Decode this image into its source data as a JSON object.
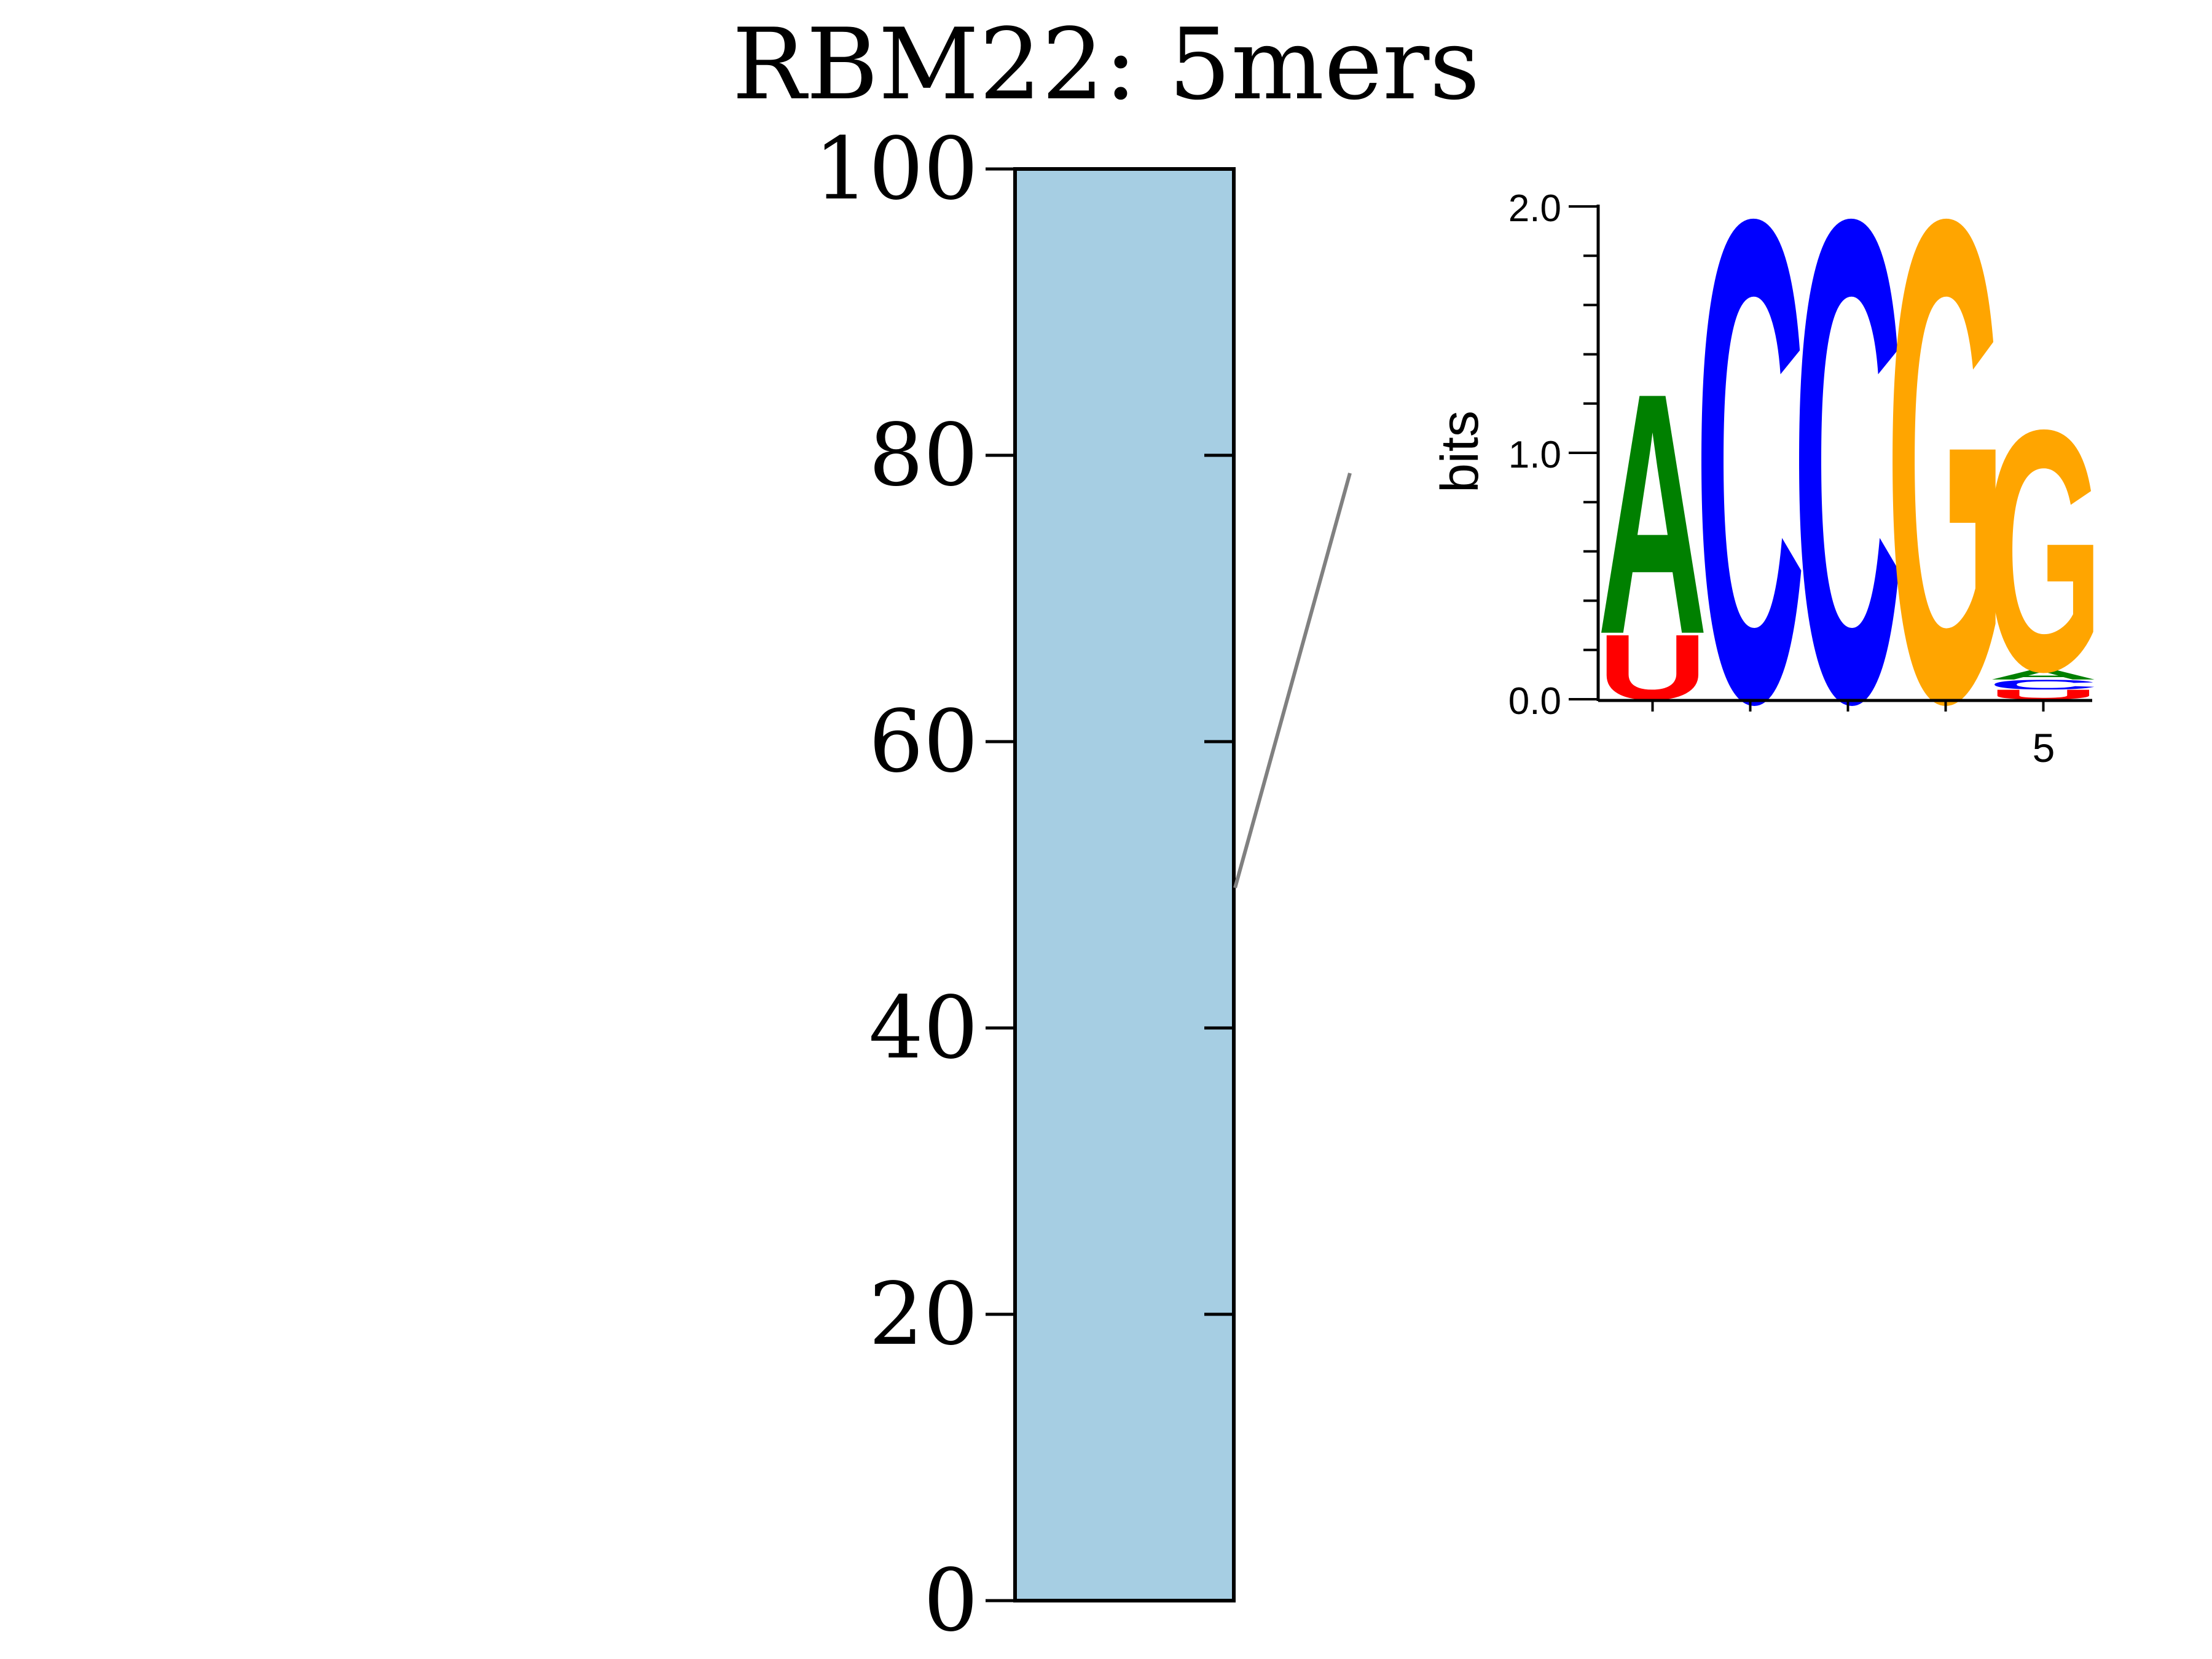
{
  "chart_data": [
    {
      "type": "bar",
      "title": "RBM22: 5mers",
      "categories": [
        ""
      ],
      "values": [
        100
      ],
      "ylim": [
        0,
        100
      ],
      "yticks": [
        0,
        20,
        40,
        60,
        80,
        100
      ],
      "xlabel": "",
      "ylabel": "",
      "grid": false,
      "bar_color": "#a6cee3"
    },
    {
      "type": "sequence_logo",
      "ylabel": "bits",
      "ylim": [
        0,
        2
      ],
      "yticks": [
        "0.0",
        "1.0",
        "2.0"
      ],
      "xtick_label": "5",
      "colors": {
        "A": "#008000",
        "C": "#0000ff",
        "G": "#ffa500",
        "U": "#ff0000"
      },
      "positions": [
        {
          "position": 1,
          "letters": [
            {
              "base": "U",
              "bits": 0.27
            },
            {
              "base": "A",
              "bits": 1.0
            }
          ]
        },
        {
          "position": 2,
          "letters": [
            {
              "base": "C",
              "bits": 2.0
            }
          ]
        },
        {
          "position": 3,
          "letters": [
            {
              "base": "C",
              "bits": 2.0
            }
          ]
        },
        {
          "position": 4,
          "letters": [
            {
              "base": "G",
              "bits": 2.0
            }
          ]
        },
        {
          "position": 5,
          "letters": [
            {
              "base": "U",
              "bits": 0.04
            },
            {
              "base": "C",
              "bits": 0.04
            },
            {
              "base": "A",
              "bits": 0.04
            },
            {
              "base": "G",
              "bits": 1.0
            }
          ]
        }
      ]
    }
  ]
}
